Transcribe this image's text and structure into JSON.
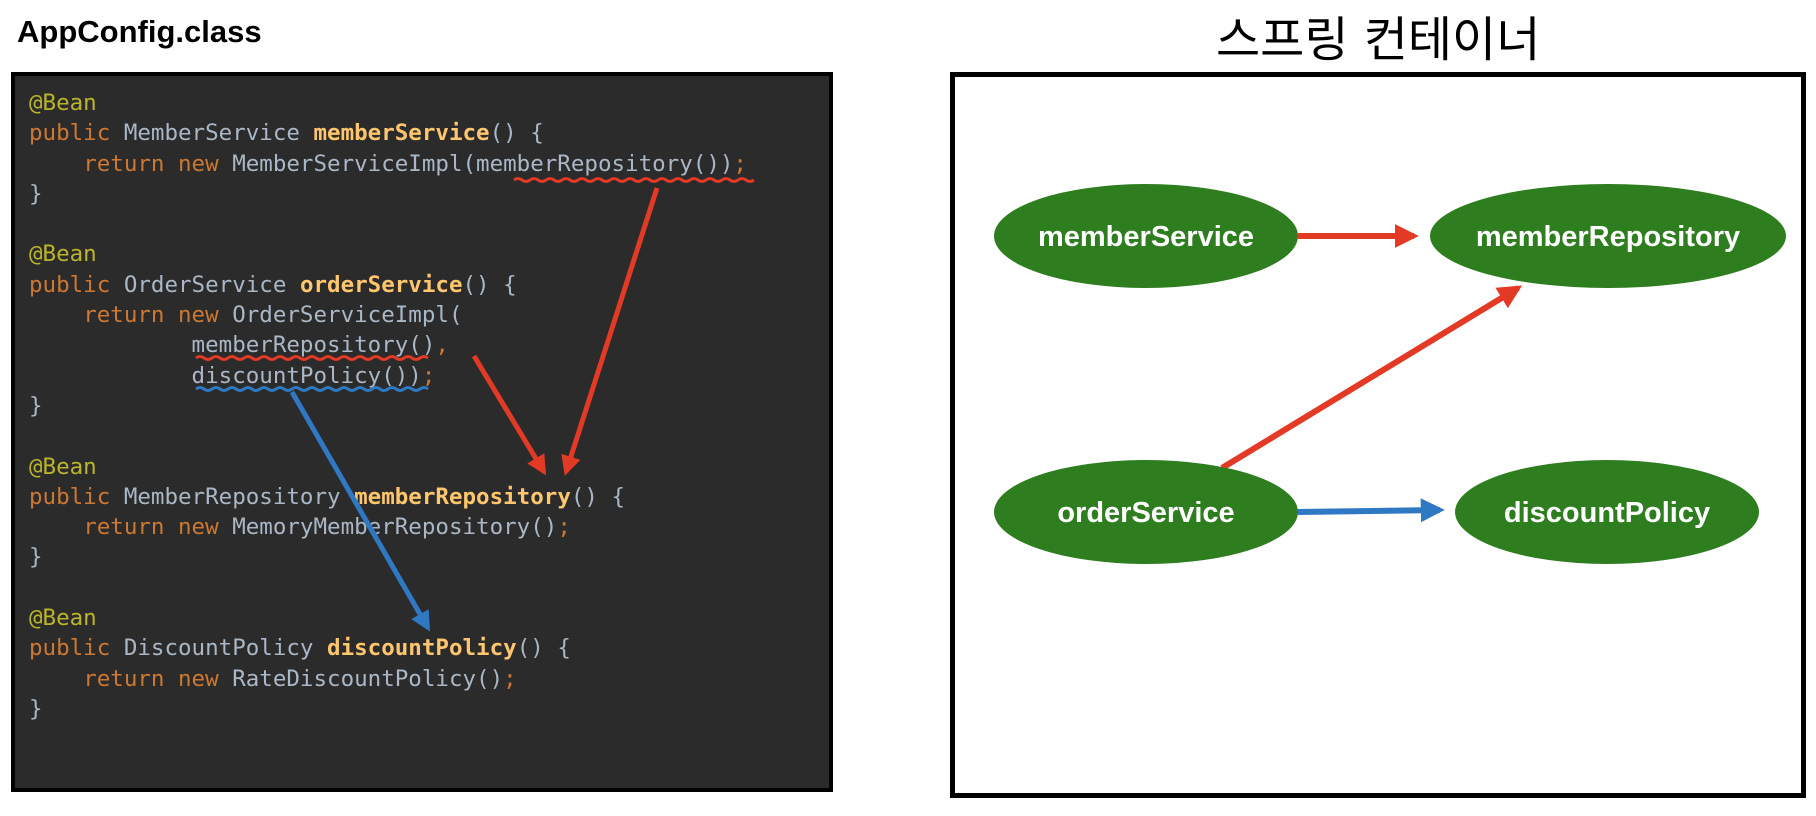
{
  "code_panel": {
    "title": "AppConfig.class",
    "lines": [
      [
        {
          "t": "anno",
          "s": "@Bean"
        }
      ],
      [
        {
          "t": "kw",
          "s": "public "
        },
        {
          "t": "id",
          "s": "MemberService "
        },
        {
          "t": "fn",
          "s": "memberService"
        },
        {
          "t": "id",
          "s": "() {"
        }
      ],
      [
        {
          "t": "id",
          "s": "    "
        },
        {
          "t": "kw",
          "s": "return new "
        },
        {
          "t": "id",
          "s": "MemberServiceImpl(memberRepository())"
        },
        {
          "t": "punct",
          "s": ";"
        }
      ],
      [
        {
          "t": "id",
          "s": "}"
        }
      ],
      [
        {
          "t": "id",
          "s": ""
        }
      ],
      [
        {
          "t": "anno",
          "s": "@Bean"
        }
      ],
      [
        {
          "t": "kw",
          "s": "public "
        },
        {
          "t": "id",
          "s": "OrderService "
        },
        {
          "t": "fn",
          "s": "orderService"
        },
        {
          "t": "id",
          "s": "() {"
        }
      ],
      [
        {
          "t": "id",
          "s": "    "
        },
        {
          "t": "kw",
          "s": "return new "
        },
        {
          "t": "id",
          "s": "OrderServiceImpl("
        }
      ],
      [
        {
          "t": "id",
          "s": "            memberRepository()"
        },
        {
          "t": "punct",
          "s": ","
        }
      ],
      [
        {
          "t": "id",
          "s": "            discountPolicy())"
        },
        {
          "t": "punct",
          "s": ";"
        }
      ],
      [
        {
          "t": "id",
          "s": "}"
        }
      ],
      [
        {
          "t": "id",
          "s": ""
        }
      ],
      [
        {
          "t": "anno",
          "s": "@Bean"
        }
      ],
      [
        {
          "t": "kw",
          "s": "public "
        },
        {
          "t": "id",
          "s": "MemberRepository "
        },
        {
          "t": "fn",
          "s": "memberRepository"
        },
        {
          "t": "id",
          "s": "() {"
        }
      ],
      [
        {
          "t": "id",
          "s": "    "
        },
        {
          "t": "kw",
          "s": "return new "
        },
        {
          "t": "id",
          "s": "MemoryMemberRepository()"
        },
        {
          "t": "punct",
          "s": ";"
        }
      ],
      [
        {
          "t": "id",
          "s": "}"
        }
      ],
      [
        {
          "t": "id",
          "s": ""
        }
      ],
      [
        {
          "t": "anno",
          "s": "@Bean"
        }
      ],
      [
        {
          "t": "kw",
          "s": "public "
        },
        {
          "t": "id",
          "s": "DiscountPolicy "
        },
        {
          "t": "fn",
          "s": "discountPolicy"
        },
        {
          "t": "id",
          "s": "() {"
        }
      ],
      [
        {
          "t": "id",
          "s": "    "
        },
        {
          "t": "kw",
          "s": "return new "
        },
        {
          "t": "id",
          "s": "RateDiscountPolicy()"
        },
        {
          "t": "punct",
          "s": ";"
        }
      ],
      [
        {
          "t": "id",
          "s": "}"
        }
      ]
    ]
  },
  "container": {
    "title": "스프링 컨테이너",
    "nodes": [
      {
        "id": "memberService",
        "label": "memberService"
      },
      {
        "id": "memberRepository",
        "label": "memberRepository"
      },
      {
        "id": "orderService",
        "label": "orderService"
      },
      {
        "id": "discountPolicy",
        "label": "discountPolicy"
      }
    ],
    "edges": [
      {
        "from": "memberService",
        "to": "memberRepository",
        "color": "red"
      },
      {
        "from": "orderService",
        "to": "memberRepository",
        "color": "red"
      },
      {
        "from": "orderService",
        "to": "discountPolicy",
        "color": "blue"
      }
    ]
  },
  "colors": {
    "node_fill": "#2e7d1f",
    "edge_red": "#e33a26",
    "edge_blue": "#2f78c4",
    "code_bg": "#2b2b2b",
    "code_text": "#a9b7c6",
    "code_keyword": "#cc7832",
    "code_annotation": "#bbb529",
    "code_method": "#ffc66d"
  }
}
